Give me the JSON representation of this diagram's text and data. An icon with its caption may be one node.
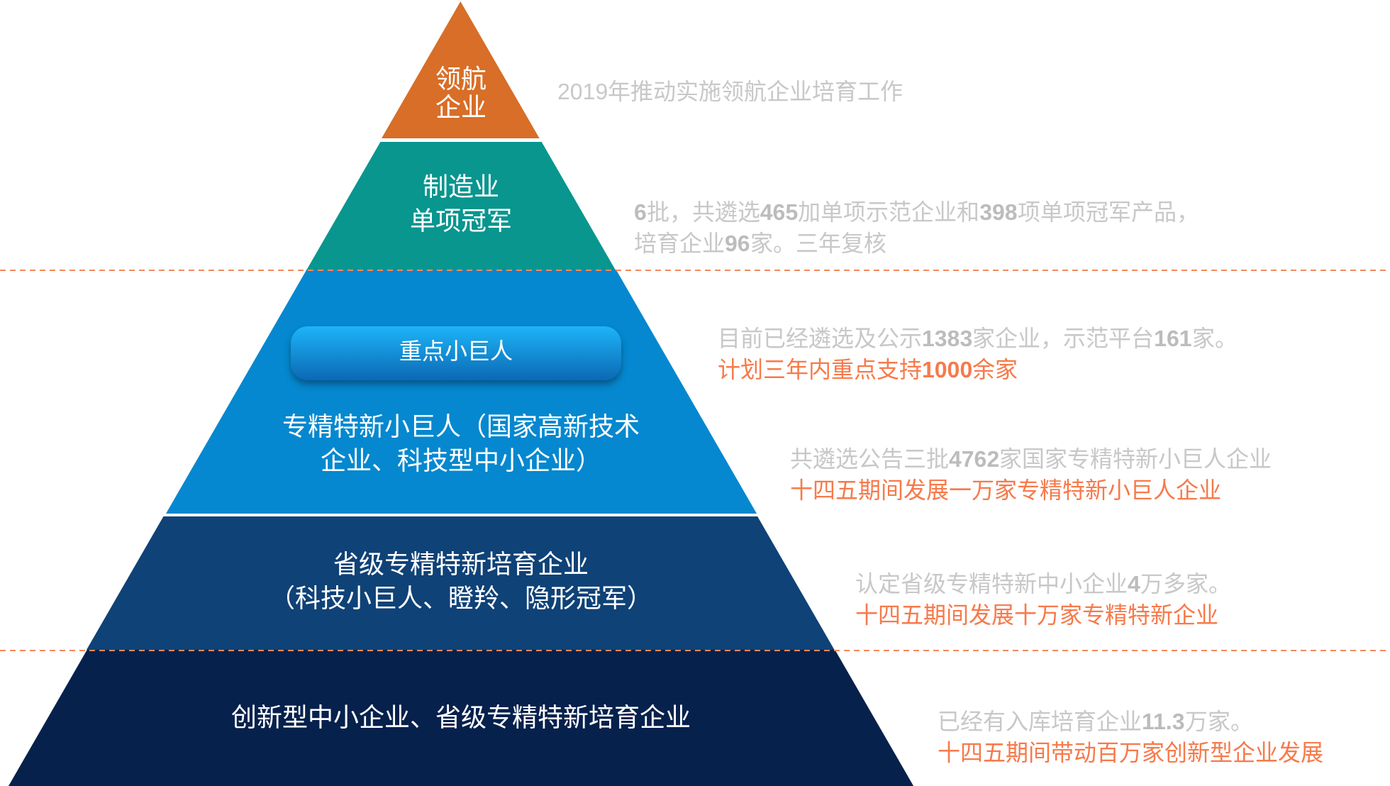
{
  "diagram": {
    "nodes": [
      {
        "text": [
          "领航企业"
        ],
        "beside": [
          "2019年推动实施领航企业培育工作"
        ]
      },
      {
        "text": [
          "制造业单项冠军"
        ],
        "beside": [
          "**6**批，共遴选**465**加单项示范企业和**398**项单项冠军产品，培育企业**96**家。三年复核"
        ]
      },
      {
        "text": [
          "专精特新小巨人（国家高新技术企业、科技型中小企业）"
        ],
        "beside": [
          "共遴选公告三批**4762**家国家专精特新小巨人企业",
          "十四五期间发展一万家专精特新小巨人企业"
        ]
      },
      {
        "text": [
          "重点小巨人"
        ],
        "in": 2,
        "beside": [
          "目前已经遴选及公示**1383**家企业，示范平台**161**家。",
          "计划三年内重点支持**1000**余家"
        ]
      },
      {
        "text": [
          "省级专精特新培育企业",
          "（科技小巨人、瞪羚、隐形冠军）"
        ],
        "beside": [
          "认定省级专精特新中小企业**4**万多家。",
          "十四五期间发展十万家专精特新企业"
        ]
      },
      {
        "text": [
          "创新型中小企业、省级专精特新培育企业"
        ],
        "beside": [
          "已经有入库培育企业**11.3**万家。",
          "十四五期间带动百万家创新型企业发展"
        ]
      }
    ]
  }
}
